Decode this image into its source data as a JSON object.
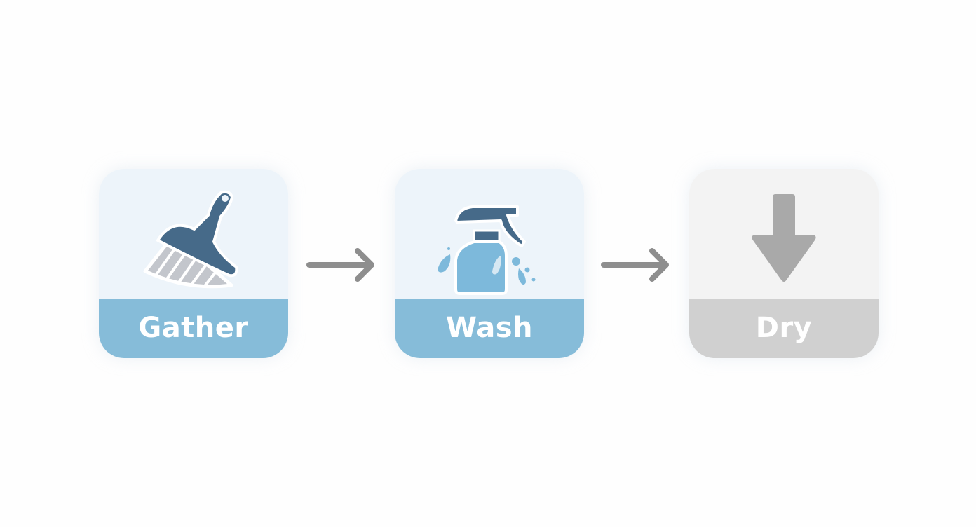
{
  "steps": [
    {
      "label": "Gather",
      "icon": "broom-icon",
      "state": "active"
    },
    {
      "label": "Wash",
      "icon": "spray-bottle-icon",
      "state": "active"
    },
    {
      "label": "Dry",
      "icon": "down-arrow-icon",
      "state": "inactive"
    }
  ],
  "colors": {
    "active_top": "#edf4fa",
    "active_bottom": "#86bcd9",
    "inactive_top": "#f3f3f3",
    "inactive_bottom": "#d0d0d0",
    "icon_dark": "#466a89",
    "icon_light": "#7db9db",
    "connector": "#8e8e8e"
  }
}
